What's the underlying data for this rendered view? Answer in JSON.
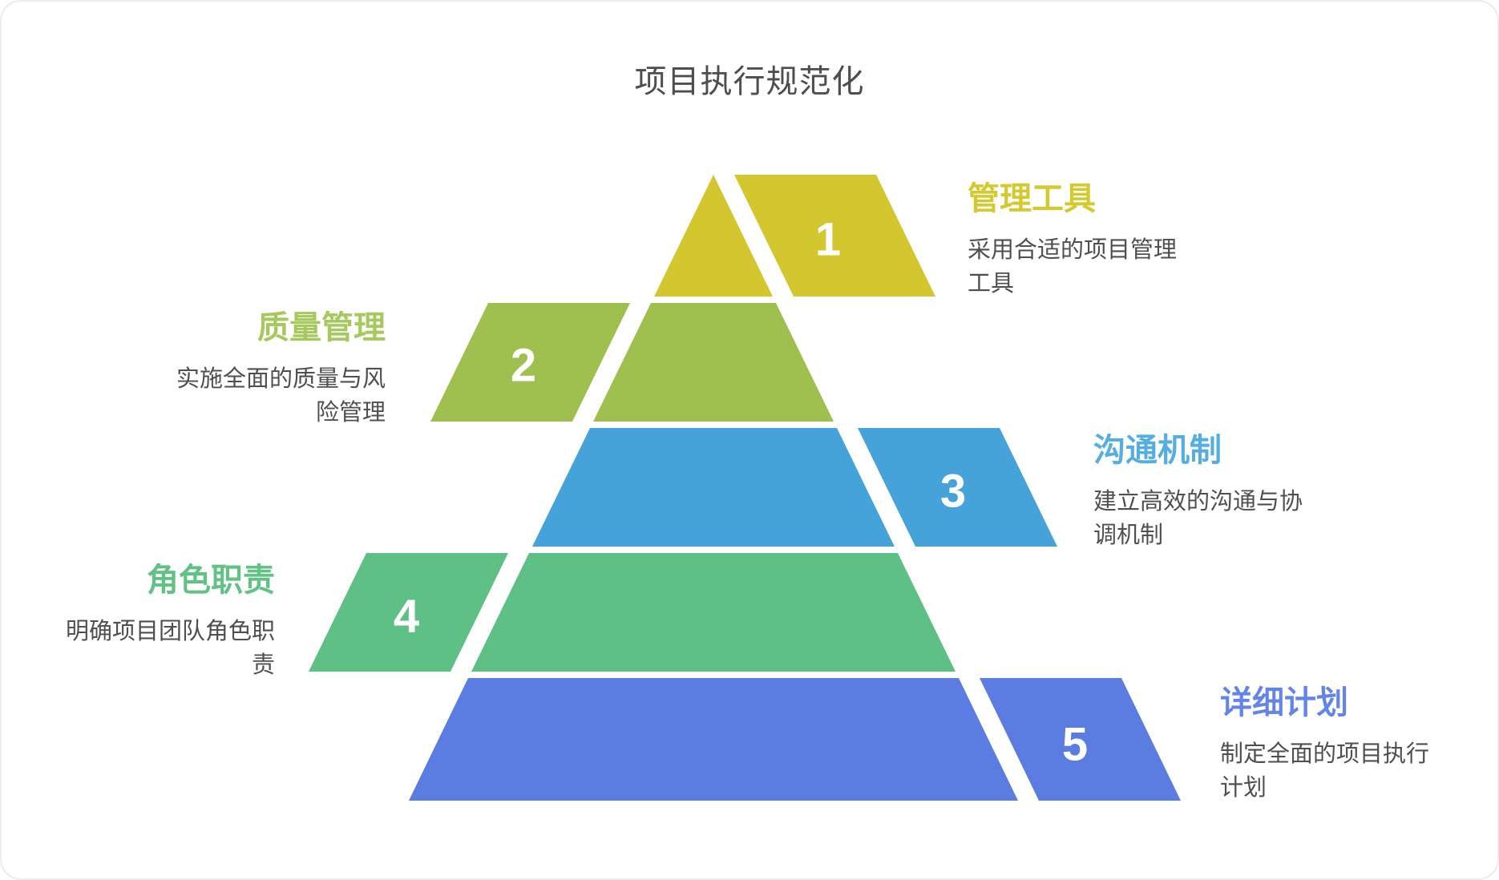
{
  "title": "项目执行规范化",
  "title_color": "#4e4e4e",
  "description_color": "#4f4f4f",
  "background_color": "#ffffff",
  "card_border_color": "#ececec",
  "levels": [
    {
      "number": "1",
      "side": "right",
      "heading": "管理工具",
      "heading_color": "#d4c92f",
      "band_color": "#d3c62f",
      "number_color": "#ffffff",
      "description": "采用合适的项目管理工具",
      "desc_lines": [
        "采用合适的项目管理",
        "工具"
      ]
    },
    {
      "number": "2",
      "side": "left",
      "heading": "质量管理",
      "heading_color": "#a5c95c",
      "band_color": "#9fc04f",
      "number_color": "#ffffff",
      "description": "实施全面的质量与风险管理",
      "desc_lines": [
        "实施全面的质量与风",
        "险管理"
      ]
    },
    {
      "number": "3",
      "side": "right",
      "heading": "沟通机制",
      "heading_color": "#55aee1",
      "band_color": "#45a3da",
      "number_color": "#ffffff",
      "description": "建立高效的沟通与协调机制",
      "desc_lines": [
        "建立高效的沟通与协",
        "调机制"
      ]
    },
    {
      "number": "4",
      "side": "left",
      "heading": "角色职责",
      "heading_color": "#62c286",
      "band_color": "#5ec084",
      "number_color": "#ffffff",
      "description": "明确项目团队角色职责",
      "desc_lines": [
        "明确项目团队角色职",
        "责"
      ]
    },
    {
      "number": "5",
      "side": "right",
      "heading": "详细计划",
      "heading_color": "#6384e9",
      "band_color": "#5b7ce1",
      "number_color": "#ffffff",
      "description": "制定全面的项目执行计划",
      "desc_lines": [
        "制定全面的项目执行",
        "计划"
      ]
    }
  ]
}
